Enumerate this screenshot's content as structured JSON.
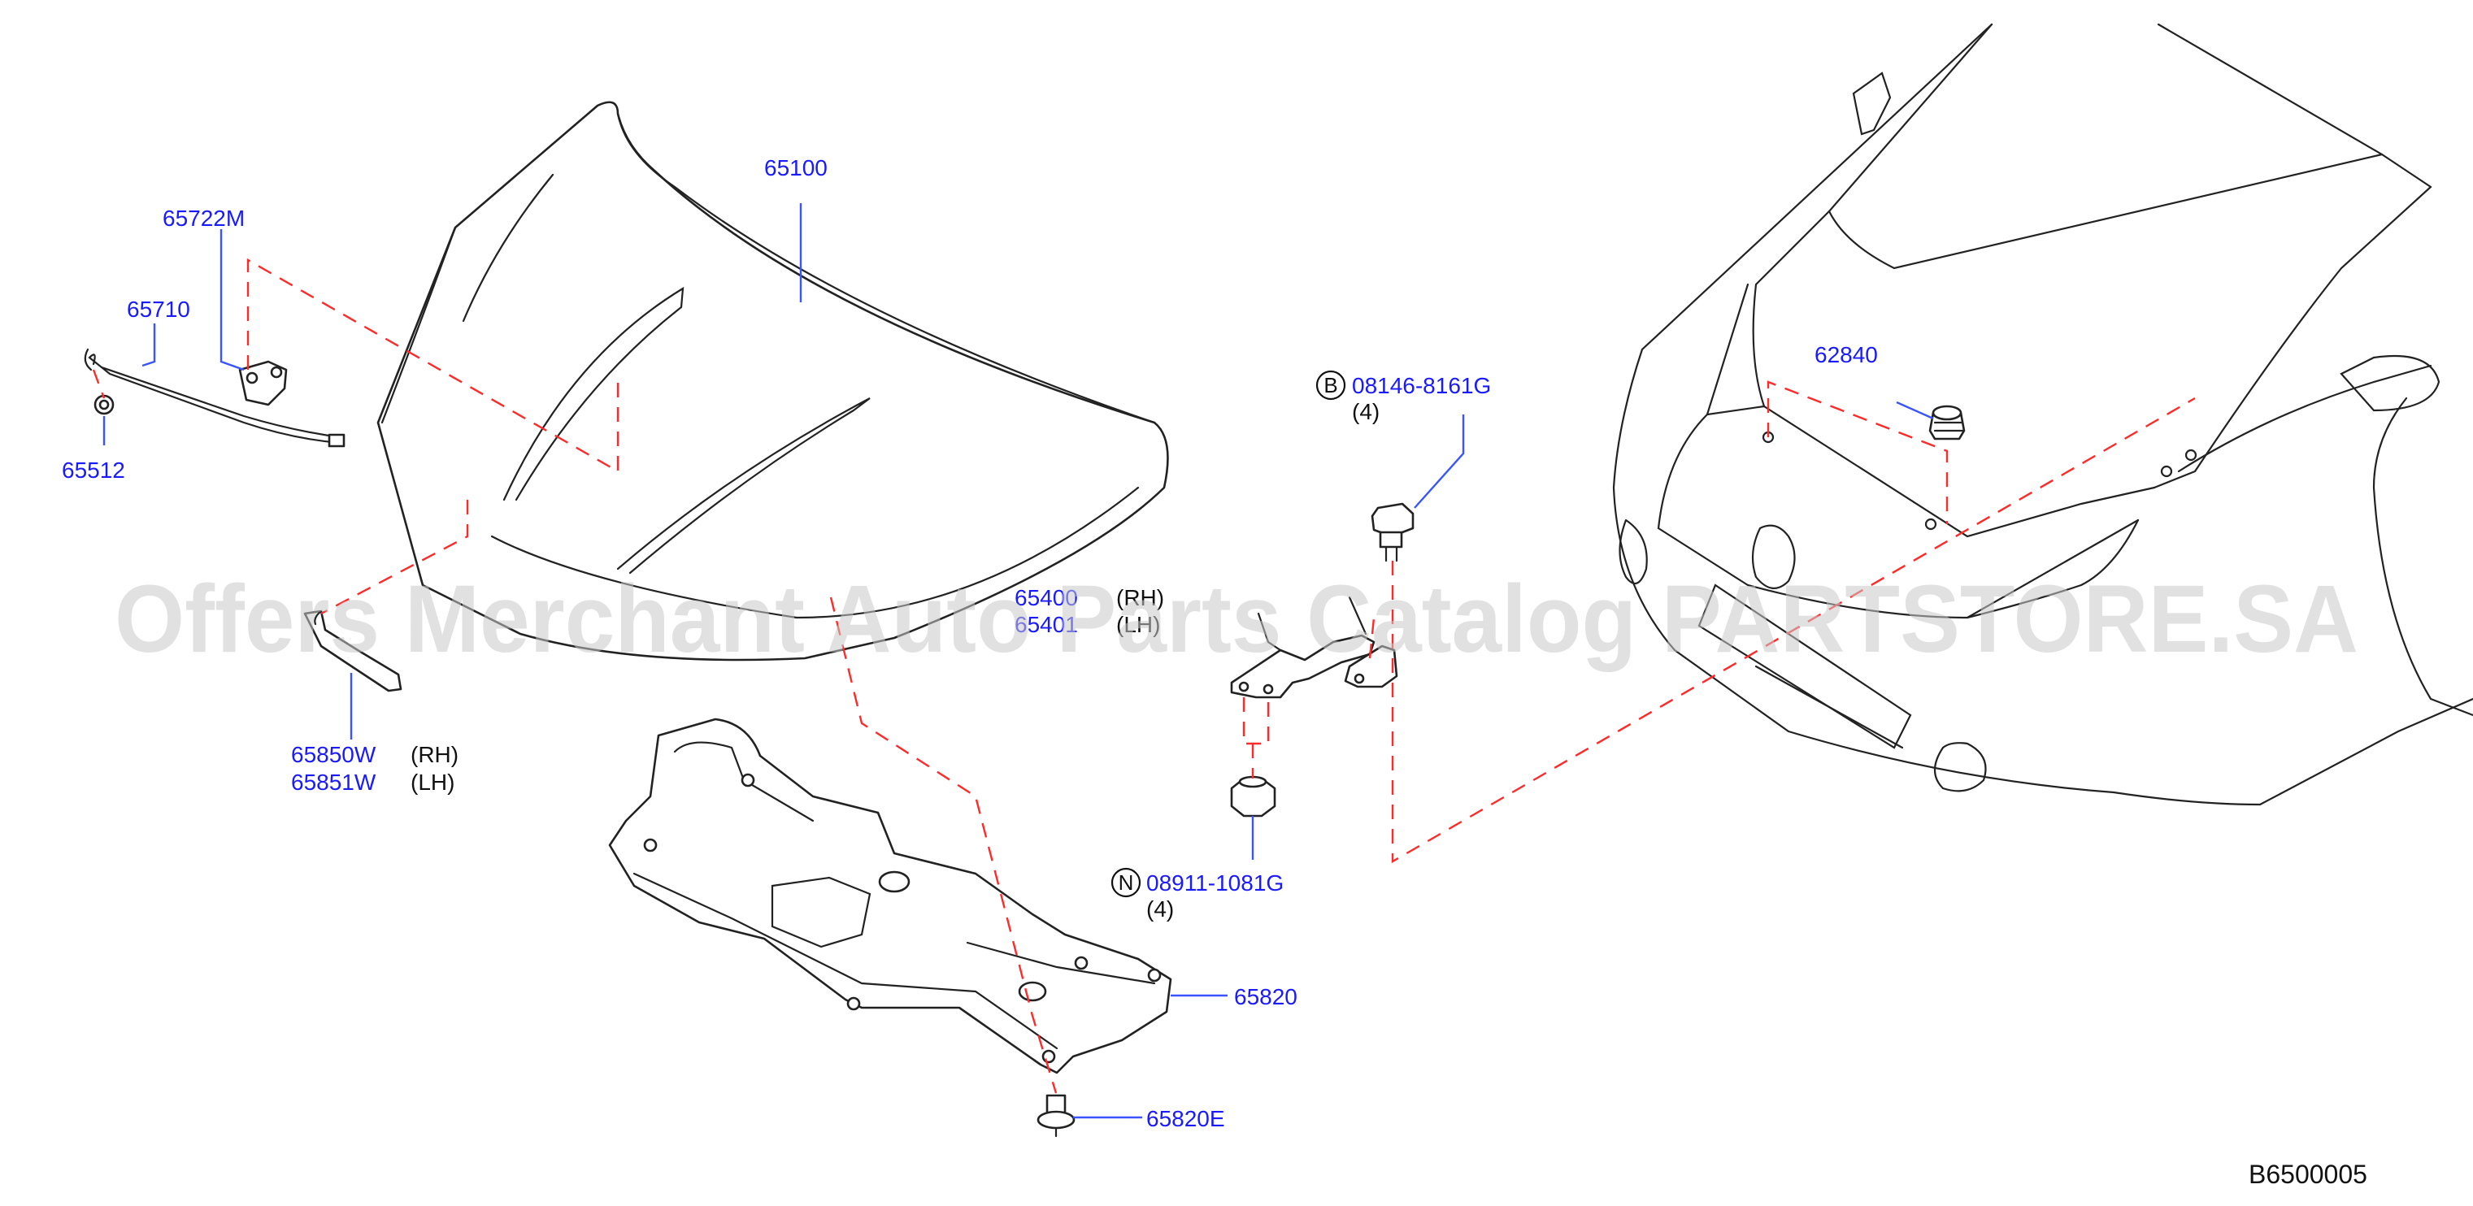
{
  "parts": {
    "p65100": "65100",
    "p65722m": "65722M",
    "p65710": "65710",
    "p65512": "65512",
    "p65850w": "65850W",
    "p65851w": "65851W",
    "p65400": "65400",
    "p65401": "65401",
    "p62840": "62840",
    "p65820": "65820",
    "p65820e": "65820E"
  },
  "sides": {
    "rh": "(RH)",
    "lh": "(LH)"
  },
  "fasteners": {
    "bolt": {
      "letter": "B",
      "number": "08146-8161G",
      "qty": "(4)"
    },
    "nut": {
      "letter": "N",
      "number": "08911-1081G",
      "qty": "(4)"
    }
  },
  "diagram_code": "B6500005",
  "watermark": "Offers Merchant Auto Parts Catalog PARTSTORE.SA",
  "colors": {
    "label_blue": "#1a1aff",
    "leader_blue": "#3a55ff",
    "dash_red": "#ff2a2a",
    "watermark_gray": "#c9c9c9"
  }
}
